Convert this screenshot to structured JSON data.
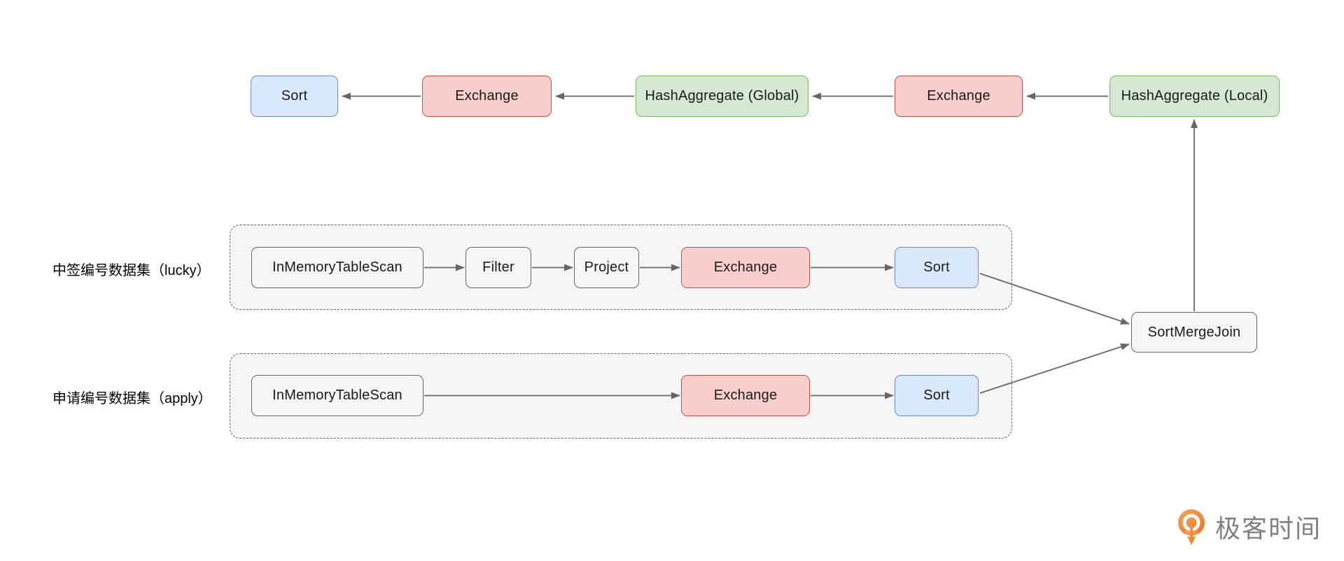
{
  "diagram": {
    "top_row": {
      "sort": "Sort",
      "exchange_left": "Exchange",
      "hashaggregate_global": "HashAggregate (Global)",
      "exchange_right": "Exchange",
      "hashaggregate_local": "HashAggregate (Local)"
    },
    "lucky_group": {
      "label": "中签编号数据集（lucky）",
      "scan": "InMemoryTableScan",
      "filter": "Filter",
      "project": "Project",
      "exchange": "Exchange",
      "sort": "Sort"
    },
    "apply_group": {
      "label": "申请编号数据集（apply）",
      "scan": "InMemoryTableScan",
      "exchange": "Exchange",
      "sort": "Sort"
    },
    "join_node": "SortMergeJoin",
    "colors": {
      "node-blue-fill": "#dae8fc",
      "node-blue-stroke": "#6c8ebf",
      "node-red-fill": "#f8cecc",
      "node-red-stroke": "#b85450",
      "node-green-fill": "#d5e8d4",
      "node-green-stroke": "#82b366",
      "node-gray-fill": "#f5f5f5",
      "node-gray-stroke": "#666666",
      "container-fill": "#f5f5f5",
      "container-stroke": "#666666",
      "arrow": "#666666",
      "text": "#1a1a1a",
      "logo-orange": "#ec7c2a",
      "logo-orange-light": "#f5a455",
      "logo-text": "#808080"
    }
  },
  "logo": {
    "text": "极客时间"
  }
}
